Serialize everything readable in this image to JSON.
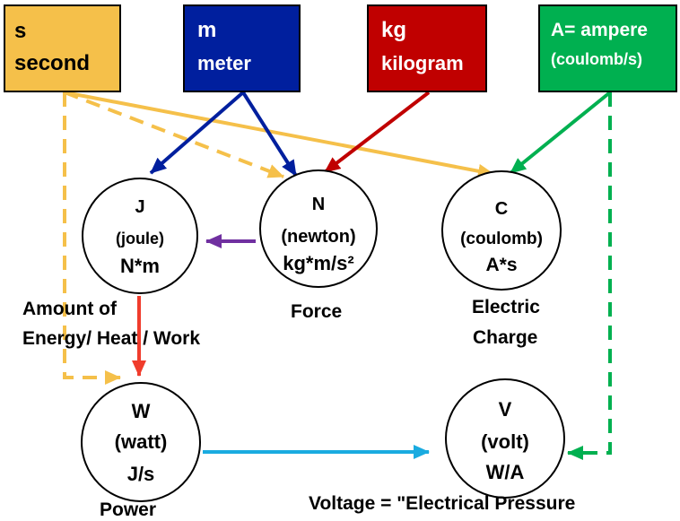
{
  "units": {
    "s": {
      "symbol": "s",
      "name": "second",
      "color": "#f5c04a"
    },
    "m": {
      "symbol": "m",
      "name": "meter",
      "color": "#001f9e"
    },
    "kg": {
      "symbol": "kg",
      "name": "kilogram",
      "color": "#c00000"
    },
    "a": {
      "symbol": "A= ampere",
      "name": "(coulomb/s)",
      "color": "#00b050"
    }
  },
  "nodes": {
    "j": {
      "symbol": "J",
      "name": "(joule)",
      "formula": "N*m"
    },
    "n": {
      "symbol": "N",
      "name": "(newton)",
      "formula": "kg*m/s²"
    },
    "c": {
      "symbol": "C",
      "name": "(coulomb)",
      "formula": "A*s"
    },
    "w": {
      "symbol": "W",
      "name": "(watt)",
      "formula": "J/s"
    },
    "v": {
      "symbol": "V",
      "name": "(volt)",
      "formula": "W/A"
    }
  },
  "captions": {
    "energy_line1": "Amount of",
    "energy_line2": "Energy/ Heat / Work",
    "force": "Force",
    "charge_line1": "Electric",
    "charge_line2": "Charge",
    "power": "Power",
    "voltage": "Voltage = \"Electrical Pressure"
  },
  "arrow_colors": {
    "second": "#f5c04a",
    "meter": "#001f9e",
    "kilogram": "#c00000",
    "ampere": "#00b050",
    "newton_to_joule": "#7030a0",
    "joule_to_watt": "#f03c2c",
    "watt_to_volt": "#1aabe0"
  }
}
